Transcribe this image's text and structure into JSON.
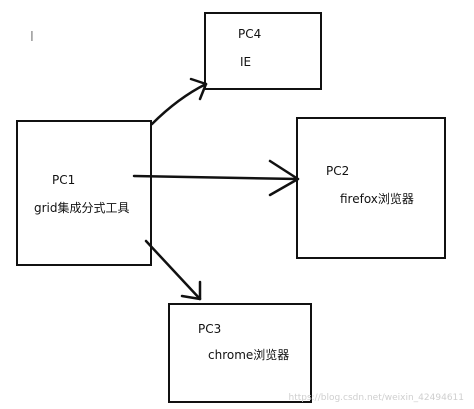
{
  "nodes": {
    "pc4": {
      "name": "PC4",
      "browser": "IE"
    },
    "pc2": {
      "name": "PC2",
      "browser": "firefox浏览器"
    },
    "pc1": {
      "name": "PC1",
      "tool": "grid集成分式工具"
    },
    "pc3": {
      "name": "PC3",
      "browser": "chrome浏览器"
    }
  },
  "cursor_glyph": "I",
  "watermark": "https://blog.csdn.net/weixin_42494611",
  "colors": {
    "stroke": "#111111",
    "watermark": "#cfcfcf"
  }
}
